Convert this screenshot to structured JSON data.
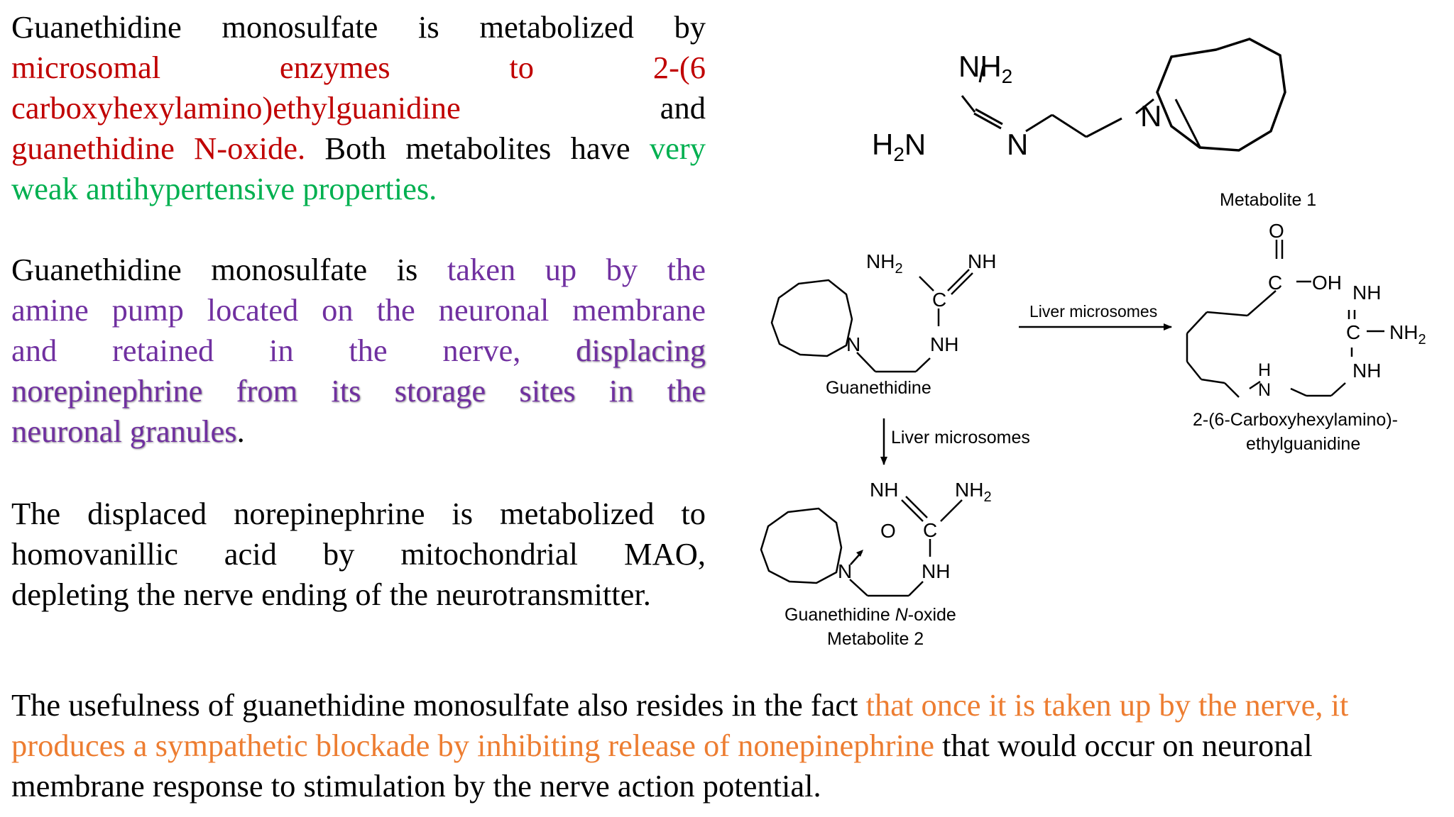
{
  "paragraph1": {
    "line1": "Guanethidine monosulfate is metabolized by",
    "line2": "microsomal enzymes to 2-(6",
    "line3_red": "carboxyhexylamino)ethylguanidine",
    "line3_black": "and",
    "line4_red": "guanethidine N-oxide.",
    "line4_black": " Both metabolites have ",
    "line4_green": "very",
    "line5_green": "weak antihypertensive properties."
  },
  "paragraph2": {
    "line1_black": "Guanethidine monosulfate is ",
    "line1_purple": "taken up by the",
    "line2_purple": "amine pump located on the neuronal membrane",
    "line3_purple_a": "and retained in the nerve,",
    "line3_purple_b": "displacing",
    "line4_purple": "norepinephrine from its storage sites in the",
    "line5_purple": "neuronal granules",
    "line5_black": "."
  },
  "paragraph3": {
    "line1": "The displaced norepinephrine is metabolized to",
    "line2": "homovanillic acid by mitochondrial MAO,",
    "line3": "depleting the nerve ending of the neurotransmitter."
  },
  "paragraph4": {
    "line1_black": "The usefulness of guanethidine monosulfate also resides in the fact ",
    "line1_orange": "that once it is taken up by the nerve, it",
    "line2_orange": "produces a sympathetic blockade by inhibiting release of nonepinephrine",
    "line2_black": " that would occur on neuronal",
    "line3_black": "membrane response to stimulation by the nerve action potential."
  },
  "diagram": {
    "metabolite1_label": "Metabolite 1",
    "guanethidine_label": "Guanethidine",
    "carboxy_label_line1": "2-(6-Carboxyhexylamino)-",
    "carboxy_label_line2": "ethylguanidine",
    "noxide_label_main": "Guanethidine ",
    "noxide_label_italic": "N",
    "noxide_label_rest": "-oxide",
    "metabolite2_label": "Metabolite 2",
    "arrow_right_label": "Liver microsomes",
    "arrow_down_label": "Liver microsomes"
  }
}
